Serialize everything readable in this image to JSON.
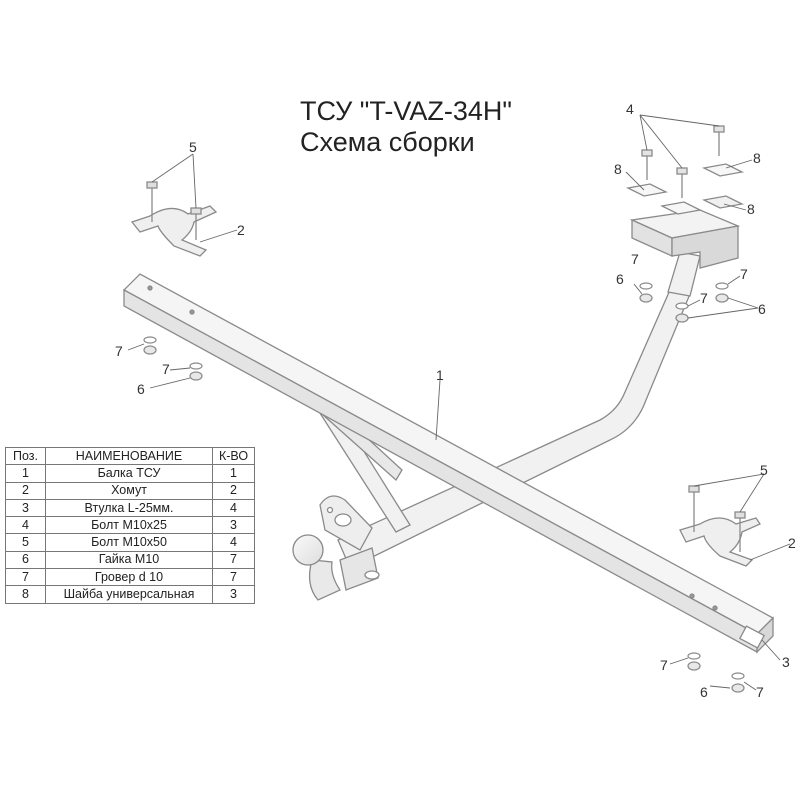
{
  "title": {
    "line1": "ТСУ \"T-VAZ-34H\"",
    "line2": "Схема сборки"
  },
  "table": {
    "headers": [
      "Поз.",
      "НАИМЕНОВАНИЕ",
      "К-ВО"
    ],
    "rows": [
      {
        "pos": "1",
        "name": "Балка ТСУ",
        "qty": "1"
      },
      {
        "pos": "2",
        "name": "Хомут",
        "qty": "2"
      },
      {
        "pos": "3",
        "name": "Втулка L-25мм.",
        "qty": "4"
      },
      {
        "pos": "4",
        "name": "Болт M10x25",
        "qty": "3"
      },
      {
        "pos": "5",
        "name": "Болт M10x50",
        "qty": "4"
      },
      {
        "pos": "6",
        "name": "Гайка  M10",
        "qty": "7"
      },
      {
        "pos": "7",
        "name": "Гровер d 10",
        "qty": "7"
      },
      {
        "pos": "8",
        "name": "Шайба универсальная",
        "qty": "3"
      }
    ]
  },
  "callouts": {
    "n1": "1",
    "n2": "2",
    "n3": "3",
    "n4": "4",
    "n5": "5",
    "n6": "6",
    "n7": "7",
    "n8": "8"
  },
  "colors": {
    "outline": "#8a8a8a",
    "metal_fill": "#f2f2f2",
    "metal_shade": "#dcdcdc",
    "text": "#333333"
  }
}
